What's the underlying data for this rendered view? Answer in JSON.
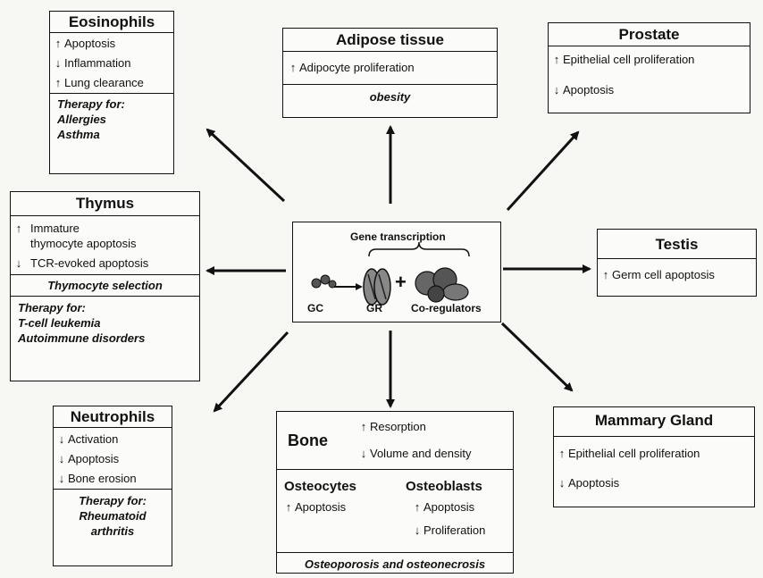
{
  "arrows": {
    "up": "↑",
    "down": "↓",
    "color": "#111111"
  },
  "center": {
    "gene_transcription": "Gene transcription",
    "gc_label": "GC",
    "gr_label": "GR",
    "plus": "+",
    "coreg_label": "Co-regulators"
  },
  "eosinophils": {
    "title": "Eosinophils",
    "effects": [
      "Apoptosis",
      "Inflammation",
      "Lung clearance"
    ],
    "therapy_label": "Therapy for:",
    "therapies": [
      "Allergies",
      "Asthma"
    ]
  },
  "adipose": {
    "title": "Adipose tissue",
    "effect": "Adipocyte proliferation",
    "condition": "obesity"
  },
  "prostate": {
    "title": "Prostate",
    "effects": [
      "Epithelial cell proliferation",
      "Apoptosis"
    ]
  },
  "thymus": {
    "title": "Thymus",
    "effect1_line1": "Immature",
    "effect1_line2": "thymocyte apoptosis",
    "effect2": "TCR-evoked apoptosis",
    "selection": "Thymocyte selection",
    "therapy_label": "Therapy for:",
    "therapies": [
      "T-cell leukemia",
      "Autoimmune disorders"
    ]
  },
  "testis": {
    "title": "Testis",
    "effect": "Germ cell apoptosis"
  },
  "neutrophils": {
    "title": "Neutrophils",
    "effects": [
      "Activation",
      "Apoptosis",
      "Bone erosion"
    ],
    "therapy_label": "Therapy for:",
    "therapies": [
      "Rheumatoid",
      "arthritis"
    ]
  },
  "bone": {
    "title": "Bone",
    "effects": [
      "Resorption",
      "Volume and density"
    ],
    "osteocytes_title": "Osteocytes",
    "osteocytes_effect": "Apoptosis",
    "osteoblasts_title": "Osteoblasts",
    "osteoblasts_effects": [
      "Apoptosis",
      "Proliferation"
    ],
    "condition": "Osteoporosis and osteonecrosis"
  },
  "mammary": {
    "title": "Mammary Gland",
    "effects": [
      "Epithelial cell proliferation",
      "Apoptosis"
    ]
  }
}
